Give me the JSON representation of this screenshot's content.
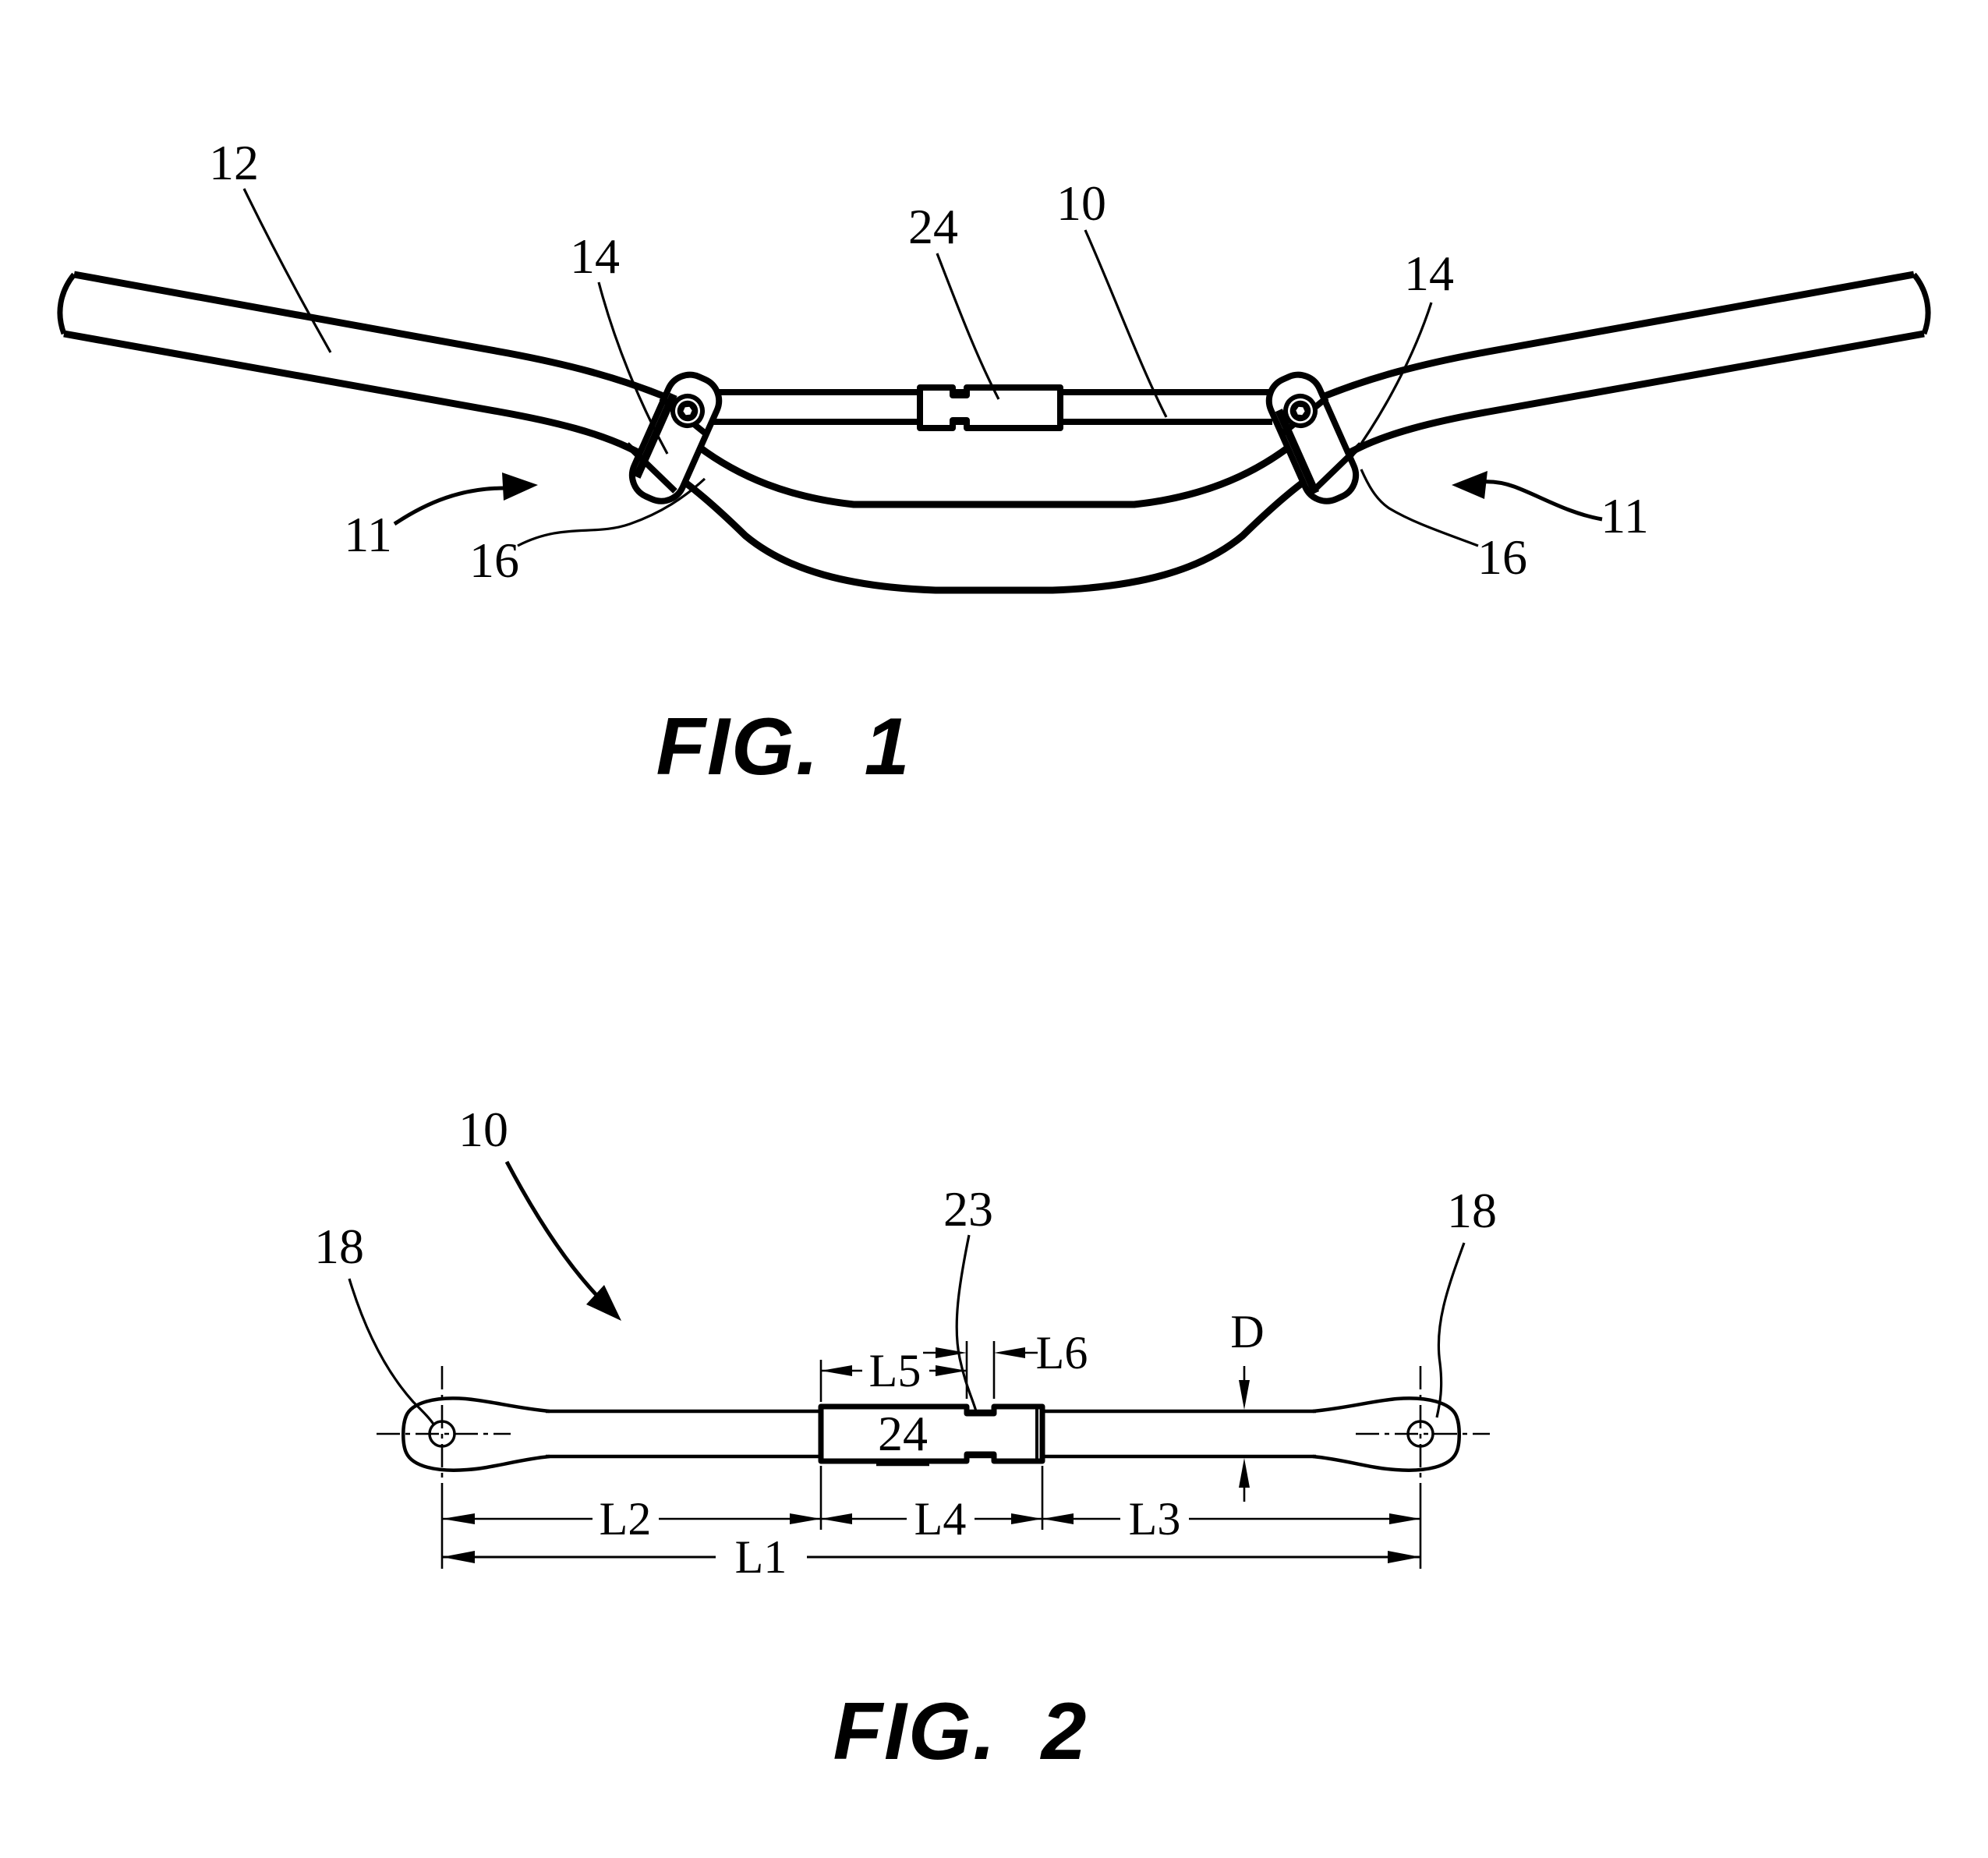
{
  "page": {
    "background": "#ffffff",
    "ink": "#000000"
  },
  "figure1": {
    "caption": "FIG. 1",
    "labels": {
      "grip": "12",
      "clamp_left": "14",
      "clamp_right": "14",
      "pad": "24",
      "crossbar": "10",
      "handlebar_left": "11",
      "handlebar_right": "11",
      "bend_left": "16",
      "bend_right": "16"
    }
  },
  "figure2": {
    "caption": "FIG. 2",
    "labels": {
      "crossbar": "10",
      "end_left": "18",
      "end_right": "18",
      "notch": "23",
      "pad": "24",
      "diameter": "D"
    },
    "dimensions": {
      "overall": "L1",
      "left_segment": "L2",
      "right_segment": "L3",
      "pad_length": "L4",
      "pad_to_notch": "L5",
      "notch_width": "L6"
    }
  }
}
